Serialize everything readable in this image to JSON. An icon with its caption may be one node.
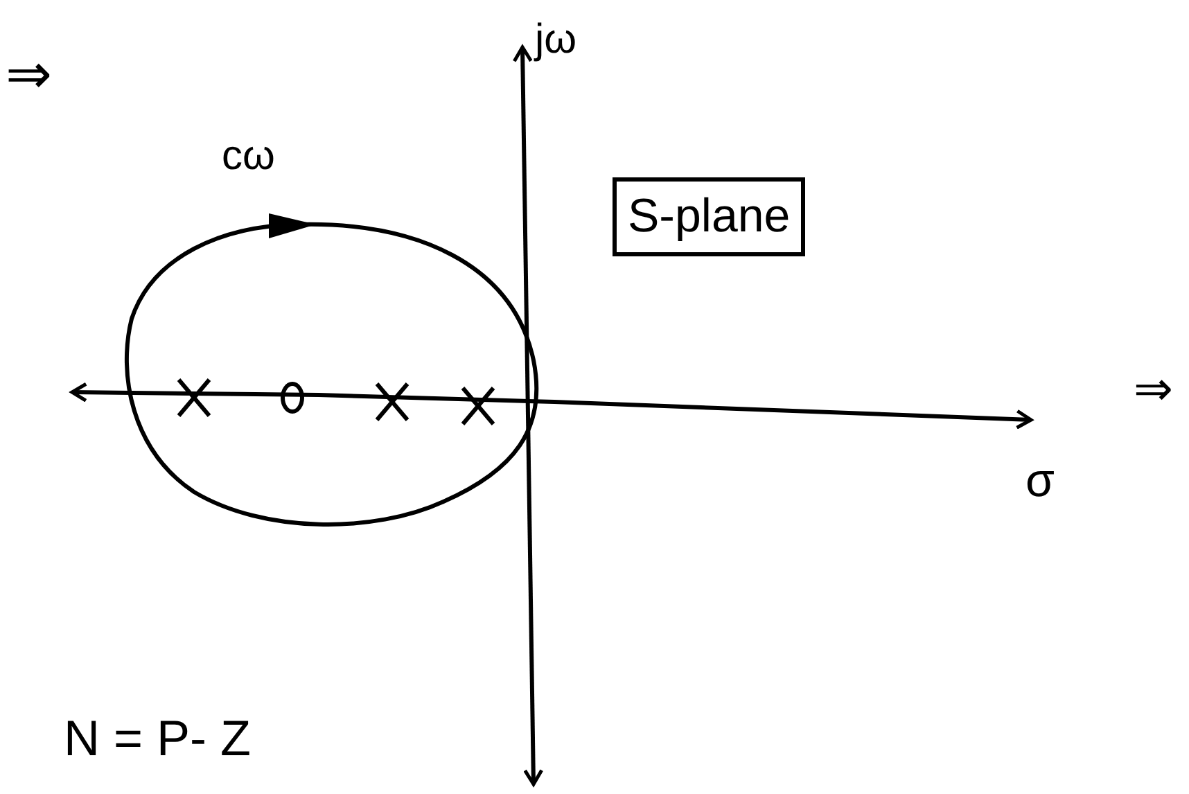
{
  "diagram": {
    "nodes": [
      {
        "text": [
          "S-plane"
        ]
      }
    ],
    "labels": [
      "⇒",
      "jω",
      "cω",
      "σ",
      "⇒",
      "N = P- Z"
    ]
  }
}
